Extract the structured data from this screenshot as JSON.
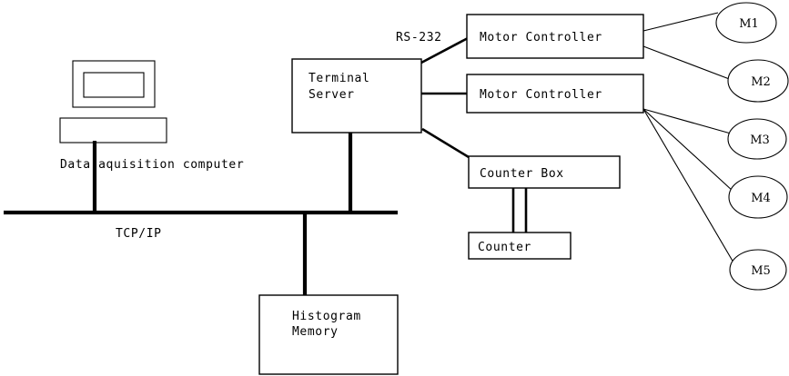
{
  "diagram": {
    "title": "Data acquisition / motor control network diagram",
    "colors": {
      "line": "#000000",
      "fill": "#ffffff",
      "text": "#000000"
    },
    "network": {
      "bus_label": "TCP/IP",
      "serial_label": "RS-232"
    },
    "nodes": {
      "computer": {
        "caption": "Data aquisition computer"
      },
      "terminal_server": {
        "line1": "Terminal",
        "line2": "Server"
      },
      "histogram_memory": {
        "line1": "Histogram",
        "line2": "Memory"
      },
      "motor_controller_1": {
        "label": "Motor Controller"
      },
      "motor_controller_2": {
        "label": "Motor Controller"
      },
      "counter_box": {
        "label": "Counter Box"
      },
      "counter": {
        "label": "Counter"
      }
    },
    "motors": [
      {
        "id": "m1",
        "label": "M1",
        "controller": "motor_controller_1"
      },
      {
        "id": "m2",
        "label": "M2",
        "controller": "motor_controller_1"
      },
      {
        "id": "m3",
        "label": "M3",
        "controller": "motor_controller_2"
      },
      {
        "id": "m4",
        "label": "M4",
        "controller": "motor_controller_2"
      },
      {
        "id": "m5",
        "label": "M5",
        "controller": "motor_controller_2"
      }
    ]
  }
}
